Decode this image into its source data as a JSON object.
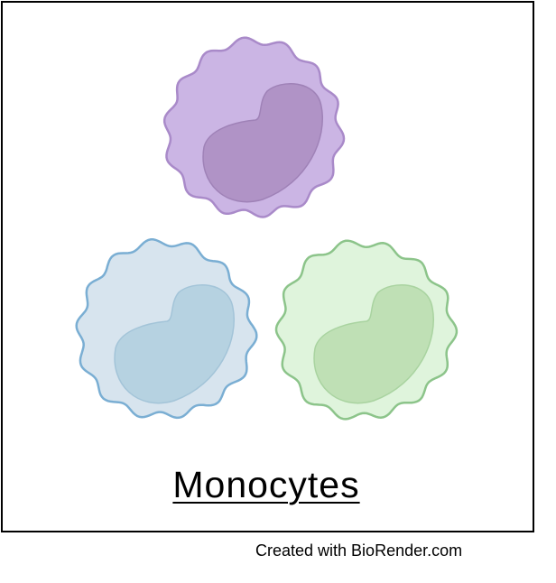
{
  "title": "Monocytes",
  "credit": "Created with BioRender.com",
  "cells": [
    {
      "name": "purple",
      "fill": "#cbb5e4",
      "stroke": "#a98ac9",
      "nucleus": "#b093c6",
      "nucleus_stroke": "#9f82b7"
    },
    {
      "name": "blue",
      "fill": "#d7e4ee",
      "stroke": "#7aaed3",
      "nucleus": "#b6d2e1",
      "nucleus_stroke": "#a3c4d8"
    },
    {
      "name": "green",
      "fill": "#dff4dc",
      "stroke": "#8cc48a",
      "nucleus": "#bfe0b5",
      "nucleus_stroke": "#a9d3a0"
    }
  ]
}
